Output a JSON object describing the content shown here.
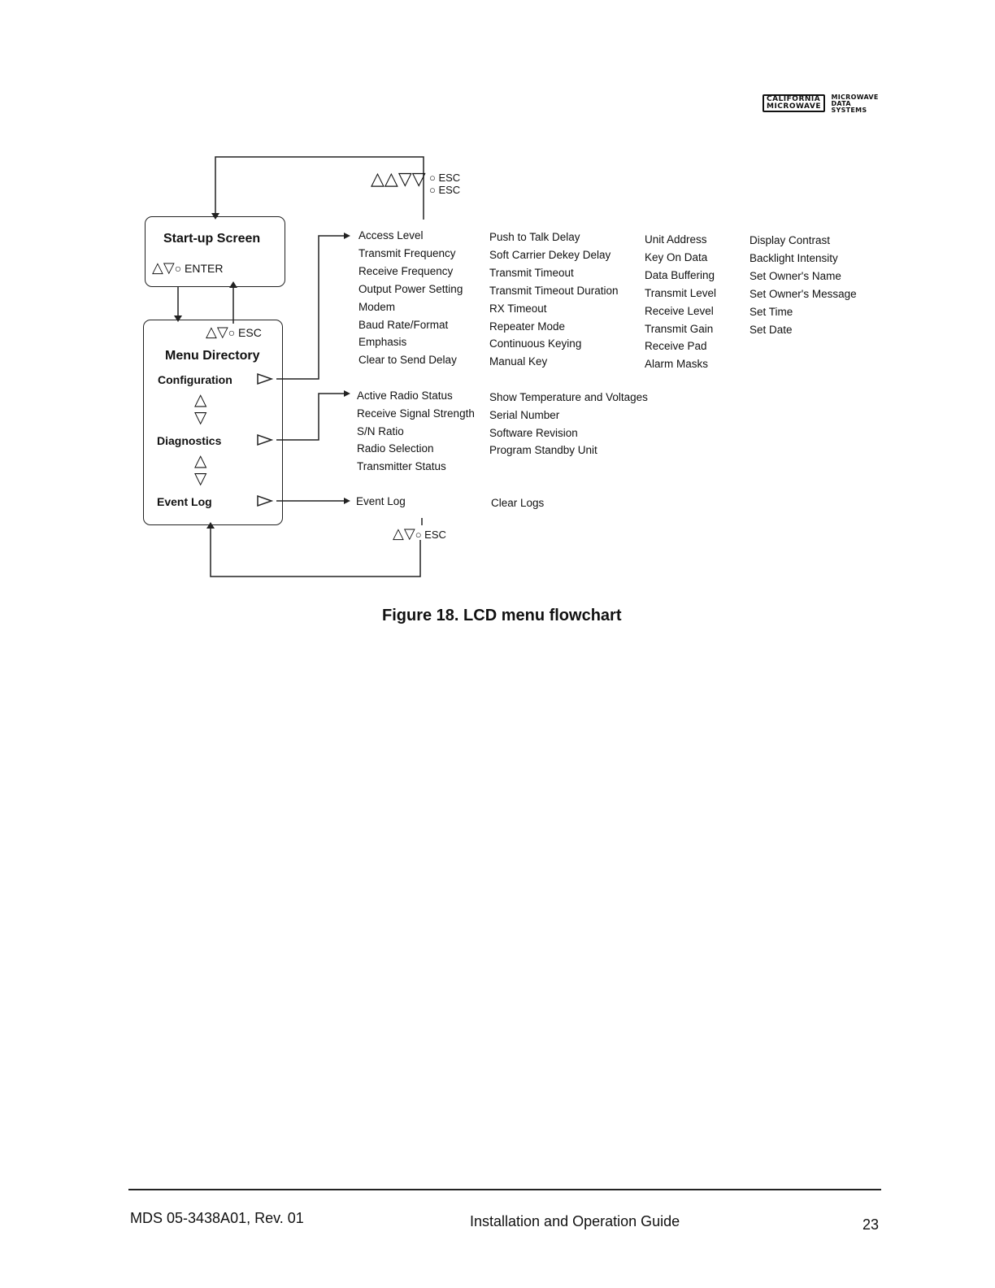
{
  "logo": {
    "box_line1": "CALIFORNIA",
    "box_line2": "MICROWAVE",
    "right_line1": "MICROWAVE",
    "right_line2": "DATA",
    "right_line3": "SYSTEMS"
  },
  "startup": {
    "title": "Start-up Screen",
    "keys": "ENTER"
  },
  "menu": {
    "esc_label": "ESC",
    "title": "Menu Directory",
    "configuration": "Configuration",
    "diagnostics": "Diagnostics",
    "event_log": "Event Log"
  },
  "top_esc": {
    "line1": "ESC",
    "line2": "ESC"
  },
  "bottom_esc": "ESC",
  "configuration_columns": [
    [
      "Access Level",
      "Transmit Frequency",
      "Receive Frequency",
      "Output Power Setting",
      "Modem",
      "Baud Rate/Format",
      "Emphasis",
      "Clear to Send Delay"
    ],
    [
      "Push to Talk Delay",
      "Soft Carrier Dekey Delay",
      "Transmit Timeout",
      "Transmit Timeout Duration",
      "RX Timeout",
      "Repeater Mode",
      "Continuous Keying",
      "Manual Key"
    ],
    [
      "Unit Address",
      "Key On Data",
      "Data Buffering",
      "Transmit Level",
      "Receive Level",
      "Transmit Gain",
      "Receive Pad",
      "Alarm Masks"
    ],
    [
      "Display Contrast",
      "Backlight Intensity",
      "Set Owner's Name",
      "Set Owner's Message",
      "Set Time",
      "Set Date"
    ]
  ],
  "diagnostics_columns": [
    [
      "Active Radio Status",
      "Receive Signal Strength",
      "S/N Ratio",
      "Radio Selection",
      "Transmitter Status"
    ],
    [
      "Show Temperature and Voltages",
      "Serial Number",
      "Software Revision",
      "Program Standby Unit"
    ]
  ],
  "event_log_columns": [
    [
      "Event Log"
    ],
    [
      "Clear Logs"
    ]
  ],
  "caption": "Figure 18. LCD menu flowchart",
  "footer": {
    "doc_id": "MDS 05-3438A01, Rev. 01",
    "title": "Installation and Operation Guide",
    "page": "23"
  }
}
